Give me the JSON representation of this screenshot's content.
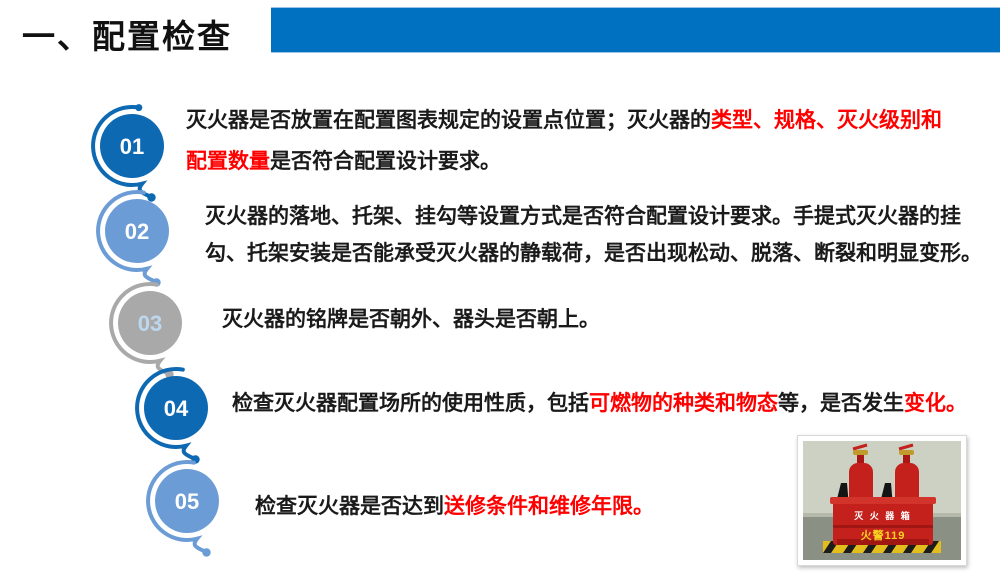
{
  "header": {
    "title": "一、配置检查",
    "bar_color": "#0070C0"
  },
  "colors": {
    "dark_blue": "#0E69B3",
    "light_blue": "#6C9CD6",
    "gray": "#A9A9A9",
    "red_text": "#FF0000",
    "black_text": "#1A1A1A",
    "gray_number": "#BDD7EE"
  },
  "items": [
    {
      "number": "01",
      "tone": "dark",
      "lines": [
        [
          {
            "color": "black",
            "text": "灭火器是否放置在配置图表规定的设置点位置；灭火器的"
          },
          {
            "color": "red",
            "text": "类型、规格、灭火级别和"
          }
        ],
        [
          {
            "color": "red",
            "text": "配置数量"
          },
          {
            "color": "black",
            "text": "是否符合配置设计要求。"
          }
        ]
      ]
    },
    {
      "number": "02",
      "tone": "light",
      "lines": [
        [
          {
            "color": "black",
            "text": "灭火器的落地、托架、挂勾等设置方式是否符合配置设计要求。手提式灭火器的挂"
          }
        ],
        [
          {
            "color": "black",
            "text": "勾、托架安装是否能承受灭火器的静载荷，是否出现松动、脱落、断裂和明显变形。"
          }
        ]
      ]
    },
    {
      "number": "03",
      "tone": "gray",
      "lines": [
        [
          {
            "color": "black",
            "text": "灭火器的铭牌是否朝外、器头是否朝上。"
          }
        ]
      ]
    },
    {
      "number": "04",
      "tone": "dark",
      "lines": [
        [
          {
            "color": "black",
            "text": "检查灭火器配置场所的使用性质，包括"
          },
          {
            "color": "red",
            "text": "可燃物的种类和物态"
          },
          {
            "color": "black",
            "text": "等，是否发生"
          },
          {
            "color": "red",
            "text": "变化。"
          }
        ]
      ]
    },
    {
      "number": "05",
      "tone": "light",
      "lines": [
        [
          {
            "color": "black",
            "text": "检查灭火器是否达到"
          },
          {
            "color": "red",
            "text": "送修条件和维修年限。"
          }
        ]
      ]
    }
  ],
  "photo": {
    "box_label": "灭 火 器 箱",
    "hotline_label": "火警119"
  }
}
